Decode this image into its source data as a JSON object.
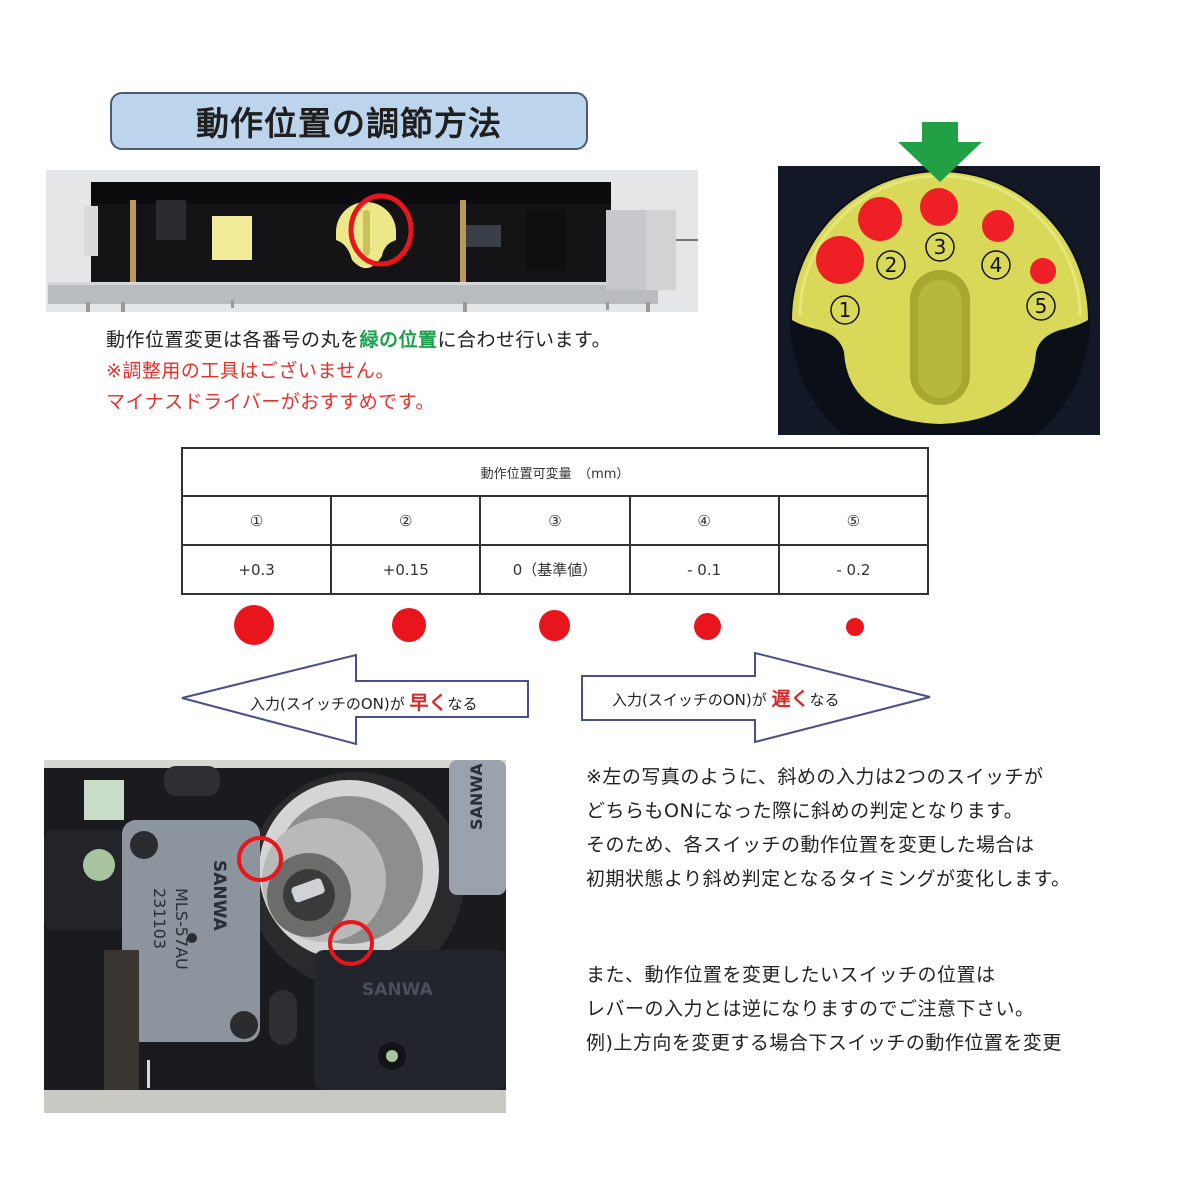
{
  "title": "動作位置の調節方法",
  "top_photo": {
    "description": "side-view-of-switch-with-yellow-dial",
    "highlight_color": "#e8161c"
  },
  "dial_photo": {
    "indicator_color": "#22a045",
    "positions": [
      {
        "label": "①"
      },
      {
        "label": "②"
      },
      {
        "label": "③"
      },
      {
        "label": "④"
      },
      {
        "label": "⑤"
      }
    ]
  },
  "instructions": {
    "line1_prefix": "動作位置変更は各番号の丸を",
    "line1_highlight": "緑の位置",
    "line1_suffix": "に合わせ行います。",
    "line2": "※調整用の工具はございません。",
    "line3": "マイナスドライバーがおすすめです。"
  },
  "table": {
    "header": "動作位置可変量　（mm）",
    "columns": [
      "①",
      "②",
      "③",
      "④",
      "⑤"
    ],
    "values": [
      "+0.3",
      "+0.15",
      "0（基準値）",
      "- 0.1",
      "- 0.2"
    ]
  },
  "dots": {
    "color": "#e8161c",
    "sizes": [
      40,
      34,
      32,
      28,
      18
    ]
  },
  "arrows": {
    "left": {
      "prefix": "入力(スイッチのON)が ",
      "emphasis": "早く",
      "suffix": "なる"
    },
    "right": {
      "prefix": "入力(スイッチのON)が ",
      "emphasis": "遅く",
      "suffix": "なる"
    },
    "stroke": "#4a4f8c"
  },
  "bottom_photo": {
    "labels": [
      "SANWA",
      "MLS-57AU",
      "231103",
      "SANWA",
      "SANWA"
    ]
  },
  "notes": {
    "paragraph1": [
      "※左の写真のように、斜めの入力は2つのスイッチが",
      "どちらもONになった際に斜めの判定となります。",
      "そのため、各スイッチの動作位置を変更した場合は",
      "初期状態より斜め判定となるタイミングが変化します。"
    ],
    "paragraph2": [
      "また、動作位置を変更したいスイッチの位置は",
      "レバーの入力とは逆になりますのでご注意下さい。",
      "例)上方向を変更する場合下スイッチの動作位置を変更"
    ]
  }
}
